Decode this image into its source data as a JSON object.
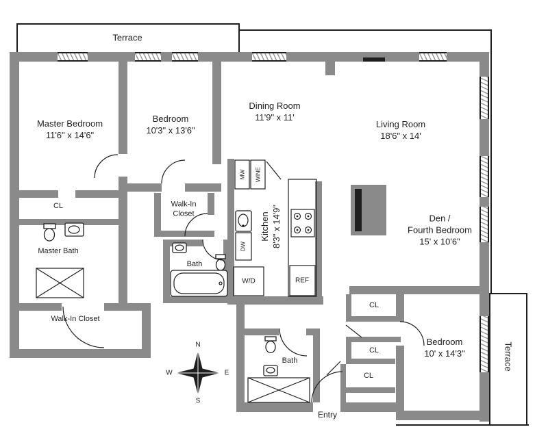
{
  "colors": {
    "wall": "#8a8a8a",
    "line": "#1e1e1e",
    "bg": "#ffffff"
  },
  "terrace": {
    "top": "Terrace",
    "right": "Terrace"
  },
  "rooms": {
    "master_bedroom": {
      "name": "Master Bedroom",
      "dims": "11'6\" x 14'6\""
    },
    "bedroom_2": {
      "name": "Bedroom",
      "dims": "10'3\" x 13'6\""
    },
    "dining_room": {
      "name": "Dining Room",
      "dims": "11'9\" x 11'"
    },
    "living_room": {
      "name": "Living Room",
      "dims": "18'6\" x 14'"
    },
    "den": {
      "line1": "Den /",
      "line2": "Fourth Bedroom",
      "dims": "15' x 10'6\""
    },
    "kitchen": {
      "name": "Kitchen",
      "dims": "8'3\" x 14'9\""
    },
    "bedroom_3": {
      "name": "Bedroom",
      "dims": "10' x 14'3\""
    },
    "master_bath": "Master Bath",
    "walk_in_closet_mid": {
      "line1": "Walk-In",
      "line2": "Closet"
    },
    "walk_in_closet_left": "Walk-In Closet",
    "bath_mid": "Bath",
    "bath_lower": "Bath",
    "closet": "CL",
    "entry": "Entry"
  },
  "appliances": {
    "mw": "MW",
    "wine": "WINE",
    "dw": "DW",
    "wd": "W/D",
    "ref": "REF"
  },
  "compass": {
    "n": "N",
    "s": "S",
    "e": "E",
    "w": "W"
  }
}
